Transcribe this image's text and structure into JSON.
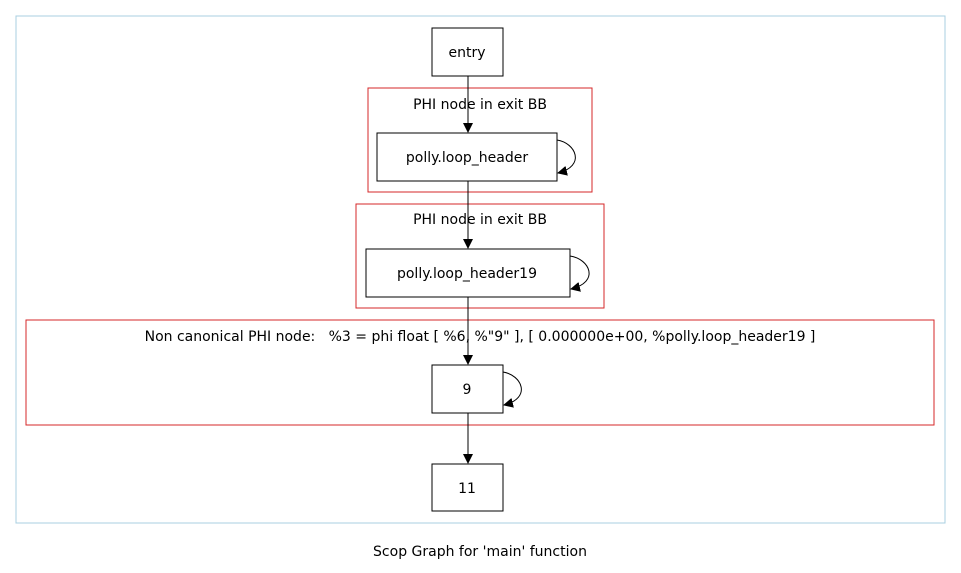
{
  "graph": {
    "caption": "Scop Graph for 'main' function",
    "colors": {
      "outer_border": "#a8cfe0",
      "cluster_border": "#d62728",
      "node_border": "#000000",
      "edge": "#000000"
    },
    "clusters": [
      {
        "id": "c1",
        "label": "PHI node in exit BB"
      },
      {
        "id": "c2",
        "label": "PHI node in exit BB"
      },
      {
        "id": "c3",
        "label": "Non canonical PHI node:   %3 = phi float [ %6, %\"9\" ], [ 0.000000e+00, %polly.loop_header19 ]"
      }
    ],
    "nodes": [
      {
        "id": "entry",
        "label": "entry"
      },
      {
        "id": "polly_loop_header",
        "label": "polly.loop_header"
      },
      {
        "id": "polly_loop_header19",
        "label": "polly.loop_header19"
      },
      {
        "id": "n9",
        "label": "9"
      },
      {
        "id": "n11",
        "label": "11"
      }
    ],
    "edges": [
      {
        "from": "entry",
        "to": "polly_loop_header"
      },
      {
        "from": "polly_loop_header",
        "to": "polly_loop_header"
      },
      {
        "from": "polly_loop_header",
        "to": "polly_loop_header19"
      },
      {
        "from": "polly_loop_header19",
        "to": "polly_loop_header19"
      },
      {
        "from": "polly_loop_header19",
        "to": "n9"
      },
      {
        "from": "n9",
        "to": "n9"
      },
      {
        "from": "n9",
        "to": "n11"
      }
    ]
  }
}
